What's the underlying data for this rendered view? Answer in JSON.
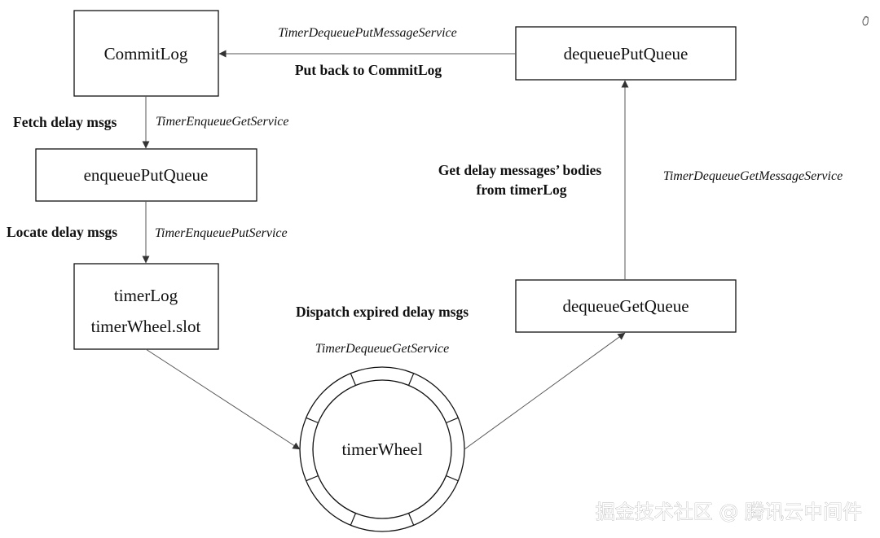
{
  "nodes": {
    "commitlog": "CommitLog",
    "enqueue_put_queue": "enqueuePutQueue",
    "timerlog_line1": "timerLog",
    "timerlog_line2": "timerWheel.slot",
    "timer_wheel": "timerWheel",
    "dequeue_get_queue": "dequeueGetQueue",
    "dequeue_put_queue": "dequeuePutQueue"
  },
  "edges": {
    "fetch": {
      "action": "Fetch delay msgs",
      "service": "TimerEnqueueGetService"
    },
    "locate": {
      "action": "Locate delay msgs",
      "service": "TimerEnqueuePutService"
    },
    "dispatch": {
      "action": "Dispatch expired delay msgs",
      "service": "TimerDequeueGetService"
    },
    "get_bodies": {
      "action_line1": "Get delay messages’ bodies",
      "action_line2": "from timerLog",
      "service": "TimerDequeueGetMessageService"
    },
    "put_back": {
      "action": "Put back to CommitLog",
      "service": "TimerDequeuePutMessageService"
    }
  },
  "watermark": "掘金技术社区 @ 腾讯云中间件",
  "icons": {
    "corner": "hand-cursor-icon"
  }
}
